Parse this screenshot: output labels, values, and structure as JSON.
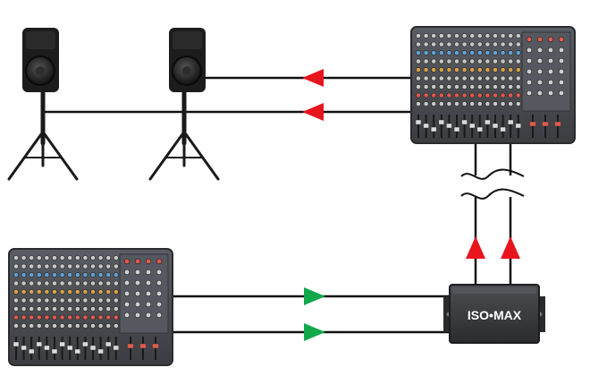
{
  "diagram": {
    "iso_box": {
      "label": "ISO•MAX"
    },
    "colors": {
      "cable": "#111111",
      "arrow_return": "#e8141e",
      "arrow_send": "#11a84a",
      "mixer_body": "#4a4d52",
      "speaker_body": "#1c1c1c",
      "iso_body": "#3c3d40"
    },
    "devices": [
      {
        "id": "speaker-left",
        "kind": "speaker-on-stand"
      },
      {
        "id": "speaker-right",
        "kind": "speaker-on-stand"
      },
      {
        "id": "mixer-top",
        "kind": "audio-mixer"
      },
      {
        "id": "mixer-bottom",
        "kind": "audio-mixer"
      },
      {
        "id": "iso-max-box",
        "kind": "isolation-box"
      }
    ]
  }
}
